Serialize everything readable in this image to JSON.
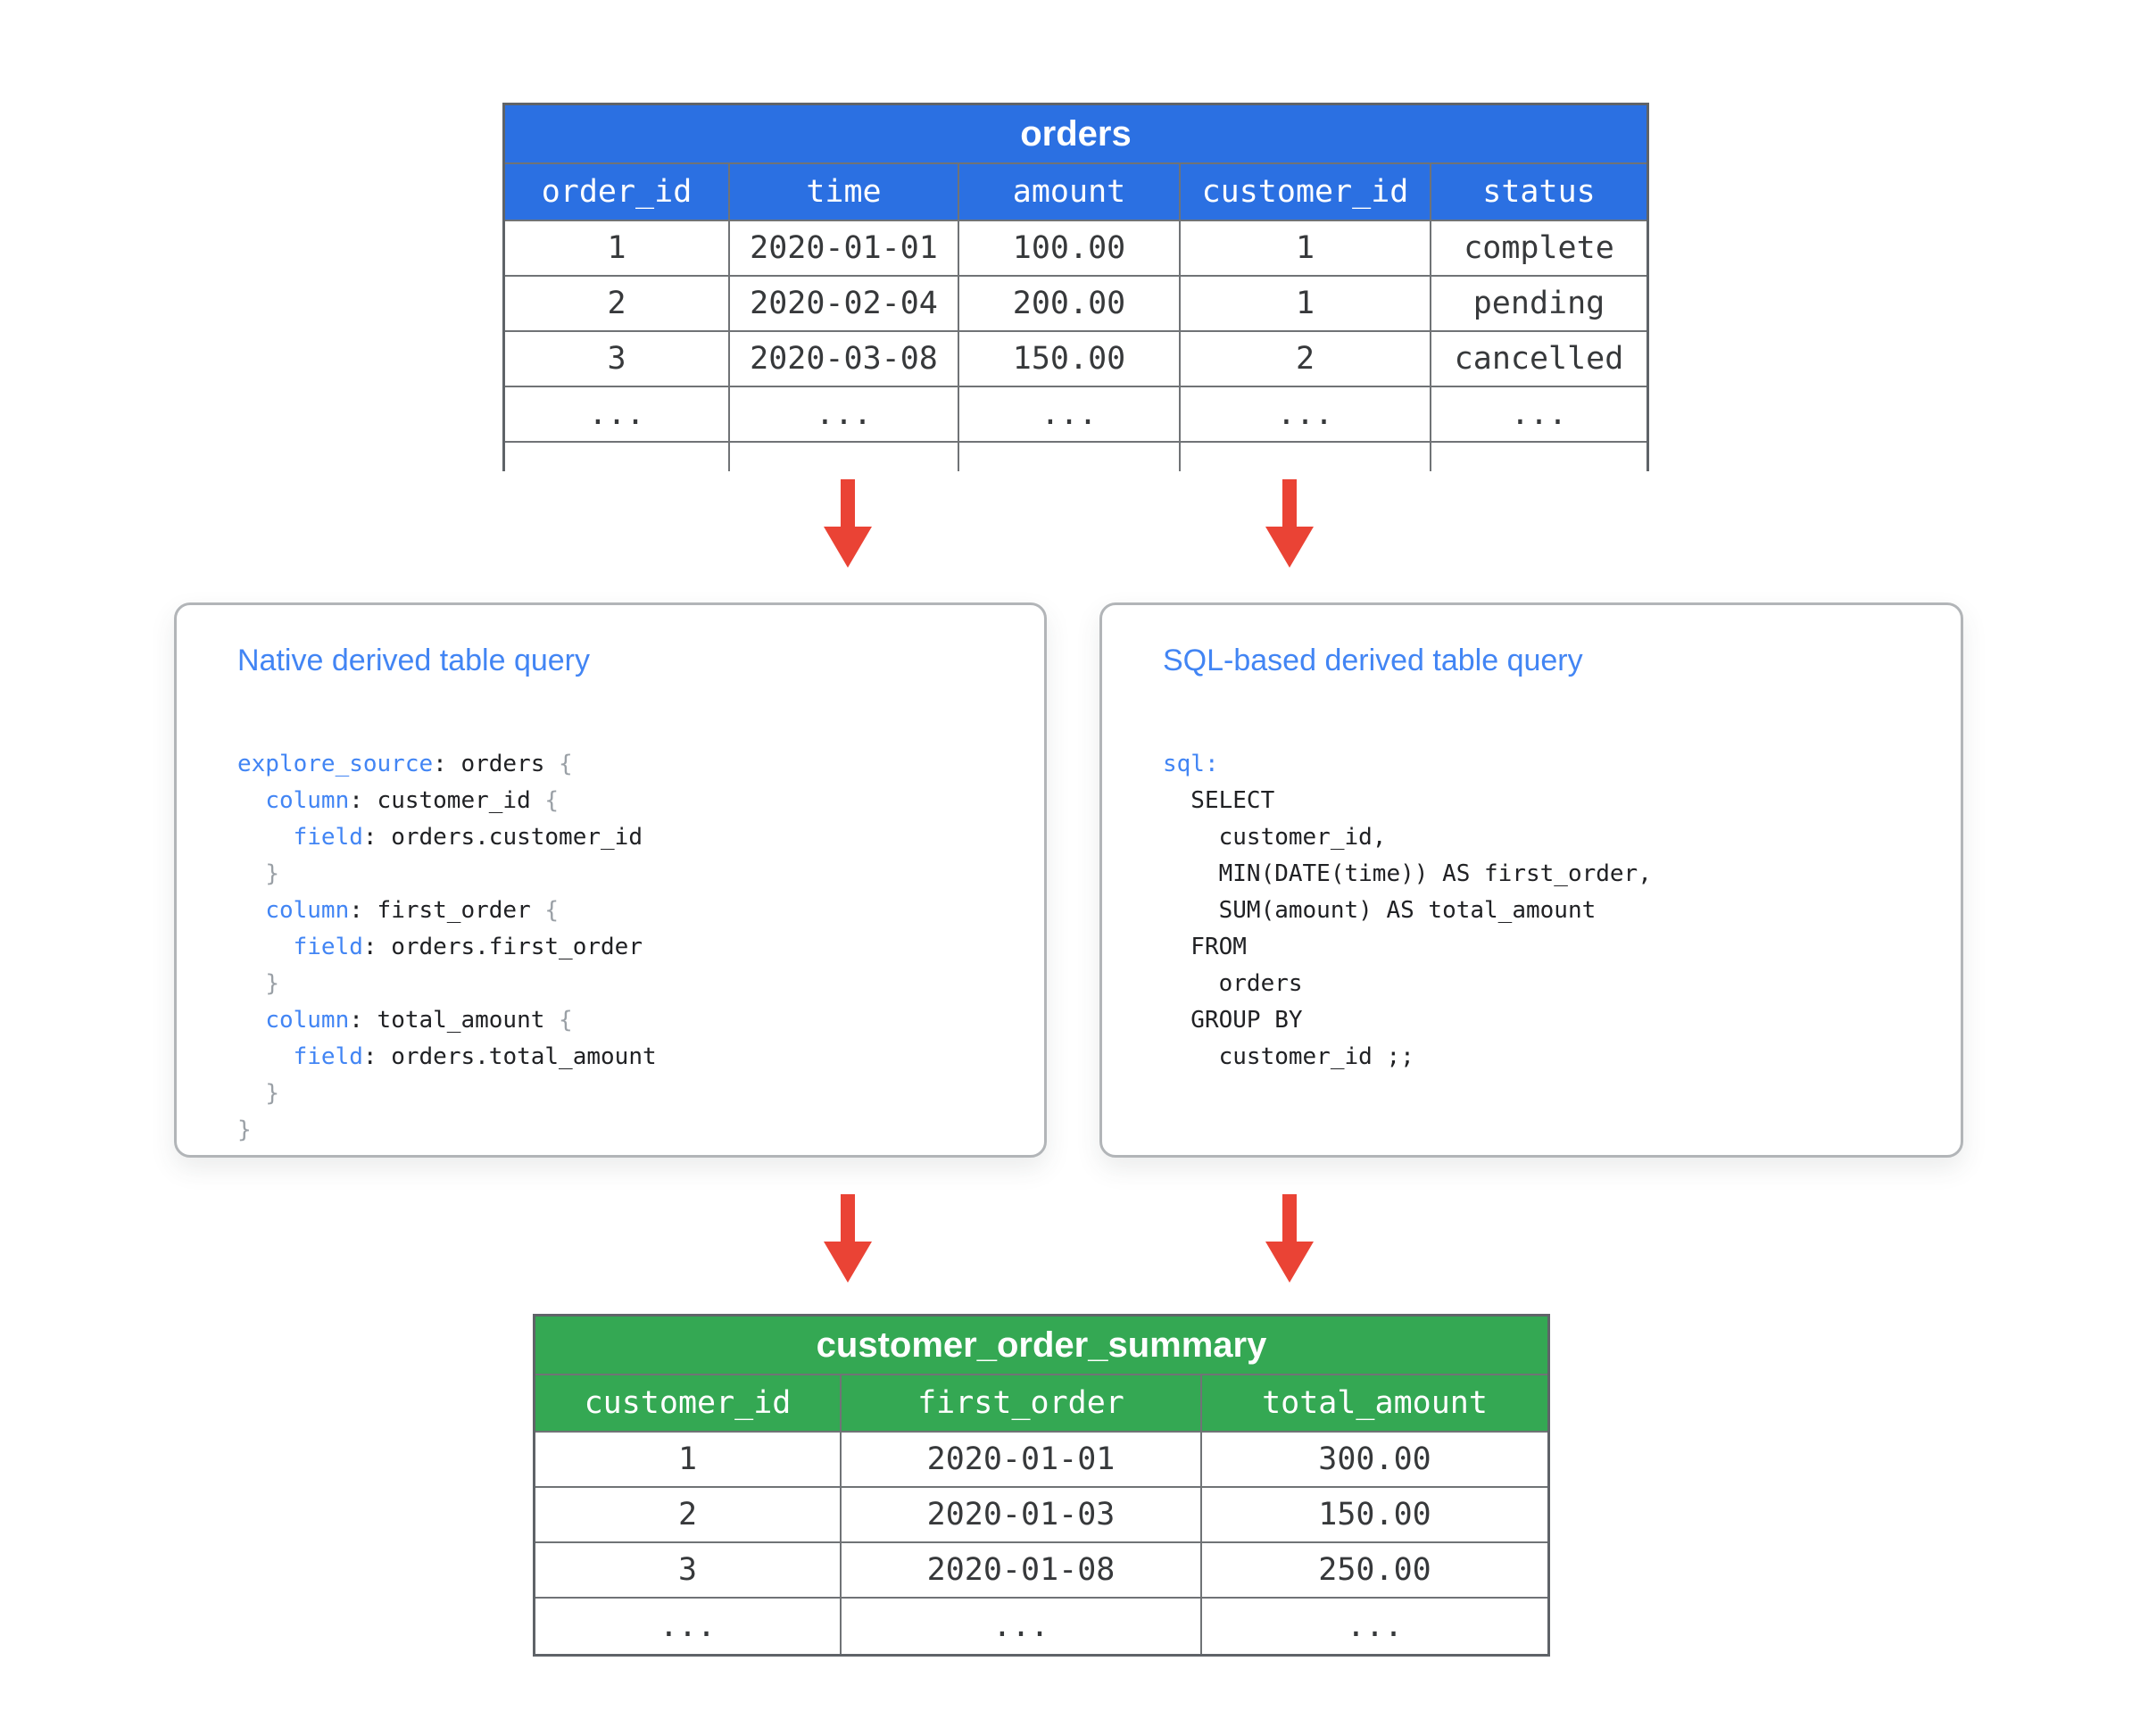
{
  "colors": {
    "table_header_blue": "#2b70e2",
    "table_header_green": "#34a853",
    "arrow_red": "#ea4335",
    "code_keyword_blue": "#4285f4",
    "brace_gray": "#9aa0a6"
  },
  "orders_table": {
    "title": "orders",
    "columns": [
      "order_id",
      "time",
      "amount",
      "customer_id",
      "status"
    ],
    "rows": [
      [
        "1",
        "2020-01-01",
        "100.00",
        "1",
        "complete"
      ],
      [
        "2",
        "2020-02-04",
        "200.00",
        "1",
        "pending"
      ],
      [
        "3",
        "2020-03-08",
        "150.00",
        "2",
        "cancelled"
      ],
      [
        "...",
        "...",
        "...",
        "...",
        "..."
      ]
    ],
    "clipped_row": [
      "",
      "",
      "",
      "",
      ""
    ]
  },
  "native_card": {
    "title": "Native derived table query",
    "code": [
      [
        {
          "c": "k",
          "t": "explore_source"
        },
        {
          "c": "p",
          "t": ": orders "
        },
        {
          "c": "b",
          "t": "{"
        }
      ],
      [
        {
          "c": "p",
          "t": "  "
        },
        {
          "c": "k",
          "t": "column"
        },
        {
          "c": "p",
          "t": ": customer_id "
        },
        {
          "c": "b",
          "t": "{"
        }
      ],
      [
        {
          "c": "p",
          "t": "    "
        },
        {
          "c": "k",
          "t": "field"
        },
        {
          "c": "p",
          "t": ": orders.customer_id"
        }
      ],
      [
        {
          "c": "p",
          "t": "  "
        },
        {
          "c": "b",
          "t": "}"
        }
      ],
      [
        {
          "c": "p",
          "t": "  "
        },
        {
          "c": "k",
          "t": "column"
        },
        {
          "c": "p",
          "t": ": first_order "
        },
        {
          "c": "b",
          "t": "{"
        }
      ],
      [
        {
          "c": "p",
          "t": "    "
        },
        {
          "c": "k",
          "t": "field"
        },
        {
          "c": "p",
          "t": ": orders.first_order"
        }
      ],
      [
        {
          "c": "p",
          "t": "  "
        },
        {
          "c": "b",
          "t": "}"
        }
      ],
      [
        {
          "c": "p",
          "t": "  "
        },
        {
          "c": "k",
          "t": "column"
        },
        {
          "c": "p",
          "t": ": total_amount "
        },
        {
          "c": "b",
          "t": "{"
        }
      ],
      [
        {
          "c": "p",
          "t": "    "
        },
        {
          "c": "k",
          "t": "field"
        },
        {
          "c": "p",
          "t": ": orders.total_amount"
        }
      ],
      [
        {
          "c": "p",
          "t": "  "
        },
        {
          "c": "b",
          "t": "}"
        }
      ],
      [
        {
          "c": "b",
          "t": "}"
        }
      ]
    ]
  },
  "sql_card": {
    "title": "SQL-based derived table query",
    "code": [
      [
        {
          "c": "k",
          "t": "sql:"
        }
      ],
      [
        {
          "c": "p",
          "t": "  SELECT"
        }
      ],
      [
        {
          "c": "p",
          "t": "    customer_id,"
        }
      ],
      [
        {
          "c": "p",
          "t": "    MIN(DATE(time)) AS first_order,"
        }
      ],
      [
        {
          "c": "p",
          "t": "    SUM(amount) AS total_amount"
        }
      ],
      [
        {
          "c": "p",
          "t": "  FROM"
        }
      ],
      [
        {
          "c": "p",
          "t": "    orders"
        }
      ],
      [
        {
          "c": "p",
          "t": "  GROUP BY"
        }
      ],
      [
        {
          "c": "p",
          "t": "    customer_id ;;"
        }
      ]
    ]
  },
  "summary_table": {
    "title": "customer_order_summary",
    "columns": [
      "customer_id",
      "first_order",
      "total_amount"
    ],
    "rows": [
      [
        "1",
        "2020-01-01",
        "300.00"
      ],
      [
        "2",
        "2020-01-03",
        "150.00"
      ],
      [
        "3",
        "2020-01-08",
        "250.00"
      ],
      [
        "...",
        "...",
        "..."
      ]
    ]
  }
}
